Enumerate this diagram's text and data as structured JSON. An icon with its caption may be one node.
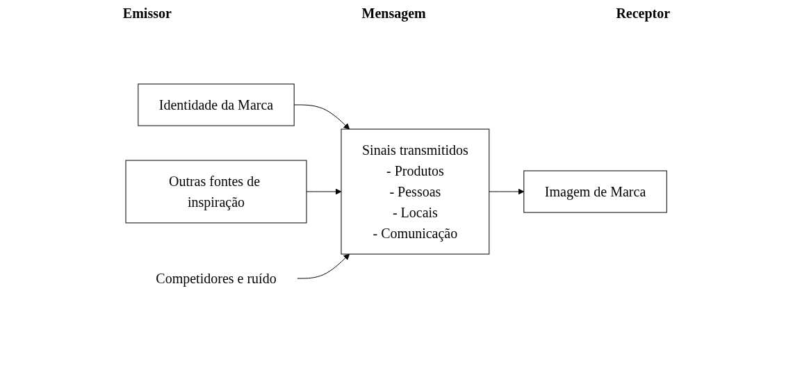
{
  "diagram": {
    "nodes": [
      {
        "text": [
          "Identidade da Marca"
        ]
      },
      {
        "text": [
          "Outras fontes de inspiração"
        ]
      },
      {
        "text": [
          "Sinais transmitidos",
          "- Produtos",
          "- Pessoas",
          "- Locais",
          "- Comunicação"
        ]
      },
      {
        "text": [
          "Imagem de Marca"
        ]
      },
      {
        "text": [
          "Competidores e ruído"
        ]
      }
    ],
    "edges": [
      {
        "from": 0,
        "to": 2,
        "arrow": "to"
      },
      {
        "from": 1,
        "to": 2,
        "arrow": "to"
      },
      {
        "from": 2,
        "to": 3,
        "arrow": "to"
      },
      {
        "from": 4,
        "to": 2,
        "arrow": "to"
      }
    ],
    "labels": [
      "Emissor",
      "Mensagem",
      "Receptor"
    ]
  }
}
